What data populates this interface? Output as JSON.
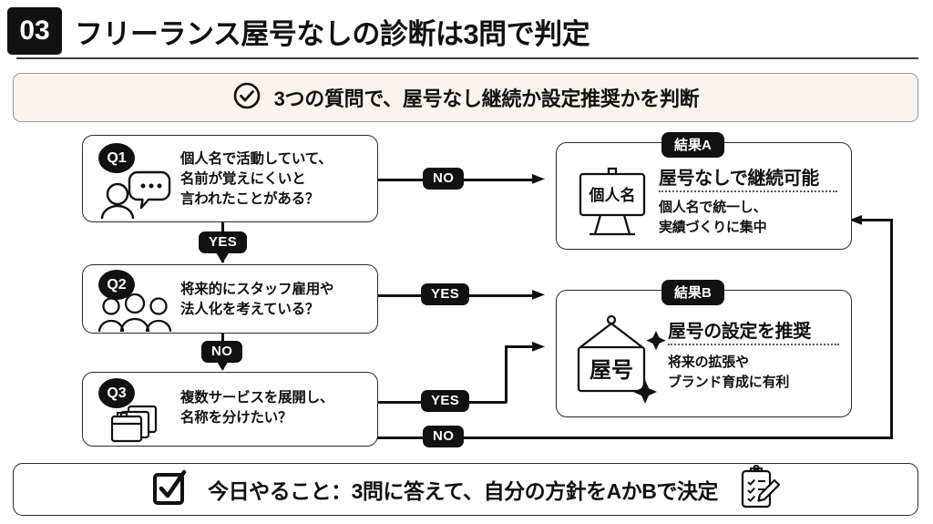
{
  "header": {
    "number_badge": "03",
    "title": "フリーランス屋号なしの診断は3問で判定"
  },
  "banner": {
    "icon": "check-circle-icon",
    "text": "3つの質問で、屋号なし継続か設定推奨かを判断"
  },
  "questions": [
    {
      "badge": "Q1",
      "icon": "person-speech-bubble-icon",
      "text": "個人名で活動していて、\n名前が覚えにくいと\n言われたことがある？"
    },
    {
      "badge": "Q2",
      "icon": "people-group-icon",
      "text": "将来的にスタッフ雇用や\n法人化を考えている？"
    },
    {
      "badge": "Q3",
      "icon": "stacked-cards-icon",
      "text": "複数サービスを展開し、\n名称を分けたい？"
    }
  ],
  "edge_labels": {
    "q1_no": "NO",
    "q1_yes": "YES",
    "q2_yes": "YES",
    "q2_no": "NO",
    "q3_yes": "YES",
    "q3_no": "NO"
  },
  "results": [
    {
      "label": "結果A",
      "icon": "signboard-icon",
      "icon_text": "個人名",
      "title": "屋号なしで継続可能",
      "body": "個人名で統一し、\n実績づくりに集中"
    },
    {
      "label": "結果B",
      "icon": "hanging-sign-icon",
      "icon_text": "屋号",
      "title": "屋号の設定を推奨",
      "body": "将来の拡張や\nブランド育成に有利"
    }
  ],
  "footer": {
    "left_icon": "checkbox-checked-icon",
    "text": "今日やること：3問に答えて、自分の方針をAかBで決定",
    "right_icon": "clipboard-pencil-icon"
  },
  "colors": {
    "ink": "#111111",
    "banner_bg": "#faf4ea",
    "banner_border": "#9a9a9a",
    "box_border": "#2b2b2b",
    "page_bg": "#ffffff"
  }
}
